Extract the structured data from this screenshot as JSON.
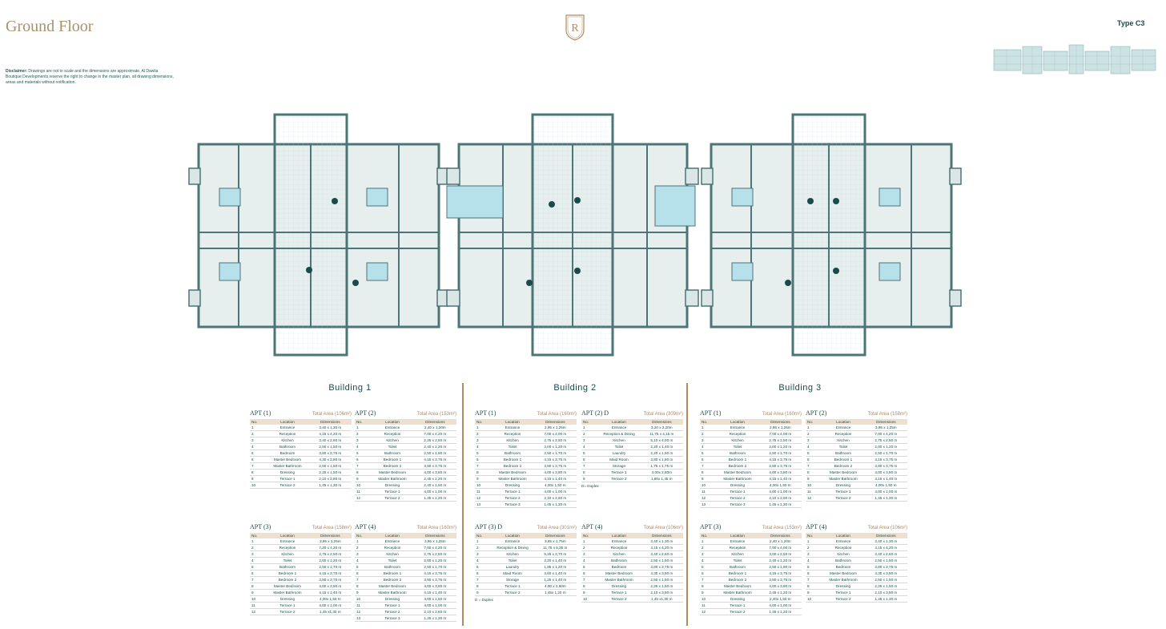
{
  "header": {
    "title": "Ground Floor",
    "type_label": "Type C3",
    "disclaimer_label": "Disclaimer:",
    "disclaimer_text": " Drawings are not to scale and the dimensions are approximate. Al Dawlia Boutique Developments reserve the right to change in the master plan, all drawing dimensions, areas and materials without notification.",
    "logo_letter": "R"
  },
  "colors": {
    "teal": "#1c4a4a",
    "gold": "#b08a63",
    "header_row": "#ede0cf",
    "plan_wall": "#4d7476",
    "plan_fill": "#dbe6e6",
    "kitchen_blue": "#b6e0ea"
  },
  "buildings": [
    {
      "name": "Building 1",
      "apartments": [
        {
          "name": "APT (1)",
          "area_label": "Total Area",
          "area_value": "(106m²)",
          "rows": [
            [
              "1",
              "Entrance",
              "3,40 x 1,30 m"
            ],
            [
              "2",
              "Reception",
              "4,15 x 4,20 m"
            ],
            [
              "3",
              "Kitchen",
              "3,40 x 2,60 m"
            ],
            [
              "4",
              "Bathroom",
              "2,50 x 1,50 m"
            ],
            [
              "5",
              "Bedroom",
              "3,80 x 3,75 m"
            ],
            [
              "6",
              "Master Bedroom",
              "4,30 x 3,80 m"
            ],
            [
              "7",
              "Master Bathroom",
              "2,50 x 1,50 m"
            ],
            [
              "8",
              "Dressing",
              "2,25 x 1,50 m"
            ],
            [
              "9",
              "Terrace 1",
              "2,10 x 3,80 m"
            ],
            [
              "10",
              "Terrace 2",
              "1,45 x 1,30 m"
            ]
          ],
          "note": ""
        },
        {
          "name": "APT (2)",
          "area_label": "Total Area",
          "area_value": "(153m²)",
          "rows": [
            [
              "1",
              "Entrance",
              "2,40 x 1,20m"
            ],
            [
              "2",
              "Reception",
              "7,00 x 4,20 m"
            ],
            [
              "3",
              "Kitchen",
              "2,25 x 2,50 m"
            ],
            [
              "4",
              "Toilet",
              "2,40 x 1,20 m"
            ],
            [
              "5",
              "Bathroom",
              "2,50 x 1,80 m"
            ],
            [
              "6",
              "Bedroom 1",
              "4,15 x 3,75 m"
            ],
            [
              "7",
              "Bedroom 2",
              "3,80 x 3,75 m"
            ],
            [
              "8",
              "Master Bedroom",
              "4,00 x 3,80 m"
            ],
            [
              "9",
              "Master Bathroom",
              "2,45 x 1,20 m"
            ],
            [
              "10",
              "Dressing",
              "2,40 x 1,50 m"
            ],
            [
              "11",
              "Terrace 1",
              "4,00 x 1,00 m"
            ],
            [
              "12",
              "Terrace 2",
              "1,45 x 1,20 m"
            ]
          ],
          "note": ""
        },
        {
          "name": "APT (3)",
          "area_label": "Total Area",
          "area_value": "(158m²)",
          "rows": [
            [
              "1",
              "Entrance",
              "3,95 x 1,25m"
            ],
            [
              "2",
              "Reception",
              "7,20 x 4,20 m"
            ],
            [
              "3",
              "Kitchen",
              "2,75 x 2,50 m"
            ],
            [
              "4",
              "Toilet",
              "2,00 x 1,20 m"
            ],
            [
              "5",
              "Bathroom",
              "2,50 x 1,70 m"
            ],
            [
              "6",
              "Bedroom 1",
              "4,15 x 3,75 m"
            ],
            [
              "7",
              "Bedroom 2",
              "3,80 x 3,75 m"
            ],
            [
              "8",
              "Master Bedroom",
              "4,00 x 3,80 m"
            ],
            [
              "9",
              "Master Bathroom",
              "4,15 x 1,40 m"
            ],
            [
              "10",
              "Dressing",
              "4,00x 1,50 m"
            ],
            [
              "11",
              "Terrace 1",
              "4,00 x 1,00 m"
            ],
            [
              "12",
              "Terrace 2",
              "1,45 x1,30 m"
            ]
          ],
          "note": ""
        },
        {
          "name": "APT (4)",
          "area_label": "Total Area",
          "area_value": "(160m²)",
          "rows": [
            [
              "1",
              "Entrance",
              "3,95 x 1,25m"
            ],
            [
              "2",
              "Reception",
              "7,00 x 4,20 m"
            ],
            [
              "3",
              "Kitchen",
              "2,75 x 2,50 m"
            ],
            [
              "4",
              "Toilet",
              "2,00 x 1,20 m"
            ],
            [
              "5",
              "Bathroom",
              "2,50 x 1,70 m"
            ],
            [
              "6",
              "Bedroom 1",
              "4,15 x 3,75 m"
            ],
            [
              "7",
              "Bedroom 2",
              "3,80 x 3,75 m"
            ],
            [
              "8",
              "Master Bedroom",
              "4,00 x 3,80 m"
            ],
            [
              "9",
              "Master Bathroom",
              "4,15 x 1,40 m"
            ],
            [
              "10",
              "Dressing",
              "4,00 x 1,50 m"
            ],
            [
              "11",
              "Terrace 1",
              "4,00 x 1,00 m"
            ],
            [
              "12",
              "Terrace 2",
              "2,10 x 2,60 m"
            ],
            [
              "13",
              "Terrace 3",
              "1,45 x 1,30 m"
            ]
          ],
          "note": ""
        }
      ]
    },
    {
      "name": "Building 2",
      "apartments": [
        {
          "name": "APT (1)",
          "area_label": "Total Area",
          "area_value": "(160m²)",
          "rows": [
            [
              "1",
              "Entrance",
              "2,95 x 1,25m"
            ],
            [
              "2",
              "Reception",
              "7,00 x 4,00 m"
            ],
            [
              "3",
              "Kitchen",
              "2,75 x 2,50 m"
            ],
            [
              "4",
              "Toilet",
              "2,00 x 1,20 m"
            ],
            [
              "5",
              "Bathroom",
              "2,50 x 1,70 m"
            ],
            [
              "6",
              "Bedroom 1",
              "4,15 x 3,75 m"
            ],
            [
              "7",
              "Bedroom 2",
              "3,80 x 3,75 m"
            ],
            [
              "8",
              "Master Bedroom",
              "4,00 x 3,80 m"
            ],
            [
              "9",
              "Master Bathroom",
              "4,15 x 1,40 m"
            ],
            [
              "10",
              "Dressing",
              "4,00x 1,50 m"
            ],
            [
              "11",
              "Terrace 1",
              "4,00 x 1,00 m"
            ],
            [
              "12",
              "Terrace 2",
              "2,10 x 2,60 m"
            ],
            [
              "13",
              "Terrace 3",
              "1,45 x 1,30 m"
            ]
          ],
          "note": ""
        },
        {
          "name": "APT (2) D",
          "area_label": "Total Area",
          "area_value": "(309m²)",
          "rows": [
            [
              "1",
              "Entrance",
              "3,20 x 2,20m"
            ],
            [
              "2",
              "Reception & Dining",
              "11,75 x 4,15 m"
            ],
            [
              "3",
              "Kitchen",
              "5,10 x 4,00 m"
            ],
            [
              "4",
              "Toilet",
              "2,20 x 1,40 m"
            ],
            [
              "5",
              "Laundry",
              "2,20 x 1,50 m"
            ],
            [
              "6",
              "Maid Room",
              "3,80 x 1,80 m"
            ],
            [
              "7",
              "Storage",
              "1,75 x 1,75 m"
            ],
            [
              "8",
              "Terrace 1",
              "4,00x 2,80m"
            ],
            [
              "9",
              "Terrace 2",
              "1,80x 1,45 m"
            ]
          ],
          "note": "D= Duplex"
        },
        {
          "name": "APT (3) D",
          "area_label": "Total Area",
          "area_value": "(301m²)",
          "rows": [
            [
              "1",
              "Entrance",
              "3,65 x 1,75m"
            ],
            [
              "2",
              "Reception & Dining",
              "11,75 x 5,35 m"
            ],
            [
              "3",
              "Kitchen",
              "5,25 x 3,70 m"
            ],
            [
              "4",
              "Toilet",
              "2,20 x 1,40 m"
            ],
            [
              "5",
              "Laundry",
              "1,85 x 1,20 m"
            ],
            [
              "6",
              "Maid Room",
              "3,60 x 1,40 m"
            ],
            [
              "7",
              "Storage",
              "1,25 x 1,40 m"
            ],
            [
              "8",
              "Terrace 1",
              "4,00 x 2,80m"
            ],
            [
              "9",
              "Terrace 2",
              "1,45x 1,20 m"
            ]
          ],
          "note": "D = Duplex"
        },
        {
          "name": "APT (4)",
          "area_label": "Total Area",
          "area_value": "(106m²)",
          "rows": [
            [
              "1",
              "Entrance",
              "3,40 x 1,30 m"
            ],
            [
              "2",
              "Reception",
              "4,15 x 4,20 m"
            ],
            [
              "3",
              "Kitchen",
              "3,40 x 2,60 m"
            ],
            [
              "4",
              "Bathroom",
              "2,50 x 1,50 m"
            ],
            [
              "5",
              "Bedroom",
              "3,80 x 3,75 m"
            ],
            [
              "6",
              "Master Bedroom",
              "4,30 x 3,80 m"
            ],
            [
              "7",
              "Master Bathroom",
              "2,50 x 1,50 m"
            ],
            [
              "8",
              "Dressing",
              "2,25 x 1,50 m"
            ],
            [
              "9",
              "Terrace 1",
              "2,10 x 3,80 m"
            ],
            [
              "10",
              "Terrace 2",
              "1,45 x1,30 m"
            ]
          ],
          "note": ""
        }
      ]
    },
    {
      "name": "Building 3",
      "apartments": [
        {
          "name": "APT (1)",
          "area_label": "Total Area",
          "area_value": "(160m²)",
          "rows": [
            [
              "1",
              "Entrance",
              "2,95 x 1,25m"
            ],
            [
              "2",
              "Reception",
              "7,00 x 4,00 m"
            ],
            [
              "3",
              "Kitchen",
              "2,75 x 2,50 m"
            ],
            [
              "4",
              "Toilet",
              "2,00 x 1,20 m"
            ],
            [
              "5",
              "Bathroom",
              "2,50 x 1,70 m"
            ],
            [
              "6",
              "Bedroom 1",
              "4,15 x 3,75 m"
            ],
            [
              "7",
              "Bedroom 2",
              "3,80 x 3,75 m"
            ],
            [
              "8",
              "Master Bedroom",
              "4,00 x 3,80 m"
            ],
            [
              "9",
              "Master Bathroom",
              "4,15 x 1,40 m"
            ],
            [
              "10",
              "Dressing",
              "4,00x 1,50 m"
            ],
            [
              "11",
              "Terrace 1",
              "4,00 x 1,00 m"
            ],
            [
              "12",
              "Terrace 2",
              "2,10 x 2,60 m"
            ],
            [
              "13",
              "Terrace 3",
              "1,45 x 1,30 m"
            ]
          ],
          "note": ""
        },
        {
          "name": "APT (2)",
          "area_label": "Total Area",
          "area_value": "(158m²)",
          "rows": [
            [
              "1",
              "Entrance",
              "3,95 x 1,25m"
            ],
            [
              "2",
              "Reception",
              "7,00 x 4,20 m"
            ],
            [
              "3",
              "Kitchen",
              "2,75 x 2,50 m"
            ],
            [
              "4",
              "Toilet",
              "2,00 x 1,20 m"
            ],
            [
              "5",
              "Bathroom",
              "2,50 x 1,70 m"
            ],
            [
              "6",
              "Bedroom 1",
              "4,15 x 3,75 m"
            ],
            [
              "7",
              "Bedroom 2",
              "3,80 x 3,75 m"
            ],
            [
              "8",
              "Master Bedroom",
              "4,00 x 3,80 m"
            ],
            [
              "9",
              "Master Bathroom",
              "4,15 x 1,40 m"
            ],
            [
              "10",
              "Dressing",
              "4,00x 1,50 m"
            ],
            [
              "11",
              "Terrace 1",
              "4,00 x 1,00 m"
            ],
            [
              "12",
              "Terrace 2",
              "1,45 x 1,30 m"
            ]
          ],
          "note": ""
        },
        {
          "name": "APT (3)",
          "area_label": "Total Area",
          "area_value": "(153m²)",
          "rows": [
            [
              "1",
              "Entrance",
              "2,40 x 1,20m"
            ],
            [
              "2",
              "Reception",
              "7,00 x 4,00 m"
            ],
            [
              "3",
              "Kitchen",
              "3,00 x 2,50 m"
            ],
            [
              "4",
              "Toilet",
              "2,40 x 1,20 m"
            ],
            [
              "5",
              "Bathroom",
              "2,50 x 1,80 m"
            ],
            [
              "6",
              "Bedroom 1",
              "4,15 x 3,75 m"
            ],
            [
              "7",
              "Bedroom 2",
              "3,80 x 3,75 m"
            ],
            [
              "8",
              "Master Bedroom",
              "4,00 x 3,80 m"
            ],
            [
              "9",
              "Master Bathroom",
              "2,45 x 1,20 m"
            ],
            [
              "10",
              "Dressing",
              "2,40x 1,50 m"
            ],
            [
              "11",
              "Terrace 1",
              "4,00 x 1,00 m"
            ],
            [
              "12",
              "Terrace 2",
              "1,45 x 1,20 m"
            ]
          ],
          "note": ""
        },
        {
          "name": "APT (4)",
          "area_label": "Total Area",
          "area_value": "(106m²)",
          "rows": [
            [
              "1",
              "Entrance",
              "3,40 x 1,30 m"
            ],
            [
              "2",
              "Reception",
              "4,15 x 4,20 m"
            ],
            [
              "3",
              "Kitchen",
              "3,40 x 2,60 m"
            ],
            [
              "4",
              "Bathroom",
              "2,50 x 1,50 m"
            ],
            [
              "5",
              "Bedroom",
              "3,80 x 3,75 m"
            ],
            [
              "6",
              "Master Bedroom",
              "4,30 x 3,80 m"
            ],
            [
              "7",
              "Master Bathroom",
              "2,50 x 1,50 m"
            ],
            [
              "8",
              "Dressing",
              "2,25 x 1,50 m"
            ],
            [
              "9",
              "Terrace 1",
              "2,10 x 3,80 m"
            ],
            [
              "10",
              "Terrace 2",
              "1,45 x 1,30 m"
            ]
          ],
          "note": ""
        }
      ]
    }
  ],
  "table_headers": [
    "No.",
    "Location",
    "Dimensions"
  ]
}
